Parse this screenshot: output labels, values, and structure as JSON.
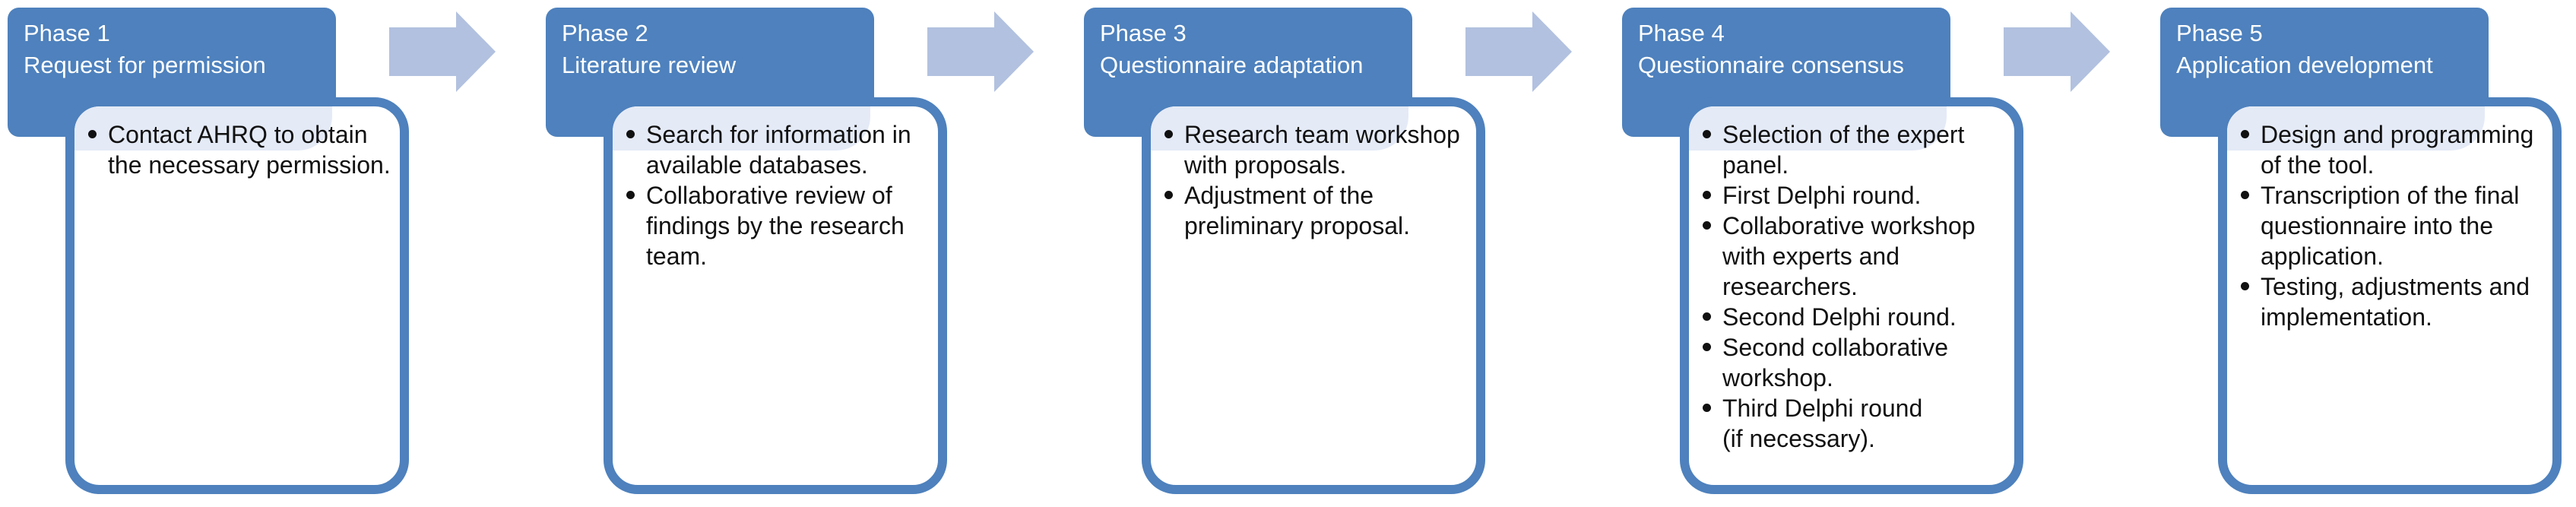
{
  "diagram": {
    "type": "process-flow",
    "phases": [
      {
        "title": "Phase 1",
        "subtitle": "Request for permission",
        "bullets": [
          "Contact AHRQ to obtain the necessary permission."
        ]
      },
      {
        "title": "Phase 2",
        "subtitle": "Literature review",
        "bullets": [
          "Search for information in available databases.",
          "Collaborative review of findings by the research team."
        ]
      },
      {
        "title": "Phase 3",
        "subtitle": "Questionnaire adaptation",
        "bullets": [
          "Research team workshop with proposals.",
          "Adjustment of the preliminary proposal."
        ]
      },
      {
        "title": "Phase 4",
        "subtitle": "Questionnaire consensus",
        "bullets": [
          "Selection of the expert panel.",
          "First Delphi round.",
          "Collaborative workshop with experts and researchers.",
          "Second Delphi round.",
          "Second collaborative workshop.",
          "Third Delphi round\n(if necessary)."
        ]
      },
      {
        "title": "Phase 5",
        "subtitle": "Application development",
        "bullets": [
          "Design and programming of the tool.",
          "Transcription of the final questionnaire into the application.",
          "Testing, adjustments and implementation."
        ]
      }
    ],
    "colors": {
      "header": "#4E81BD",
      "box_border": "#4E81BD",
      "box_fill": "#FFFFFF",
      "overlap_tint": "#E4EAF6",
      "arrow": "#B2C1DF",
      "bullet_text": "#111111",
      "title_text": "#FFFFFF"
    }
  }
}
